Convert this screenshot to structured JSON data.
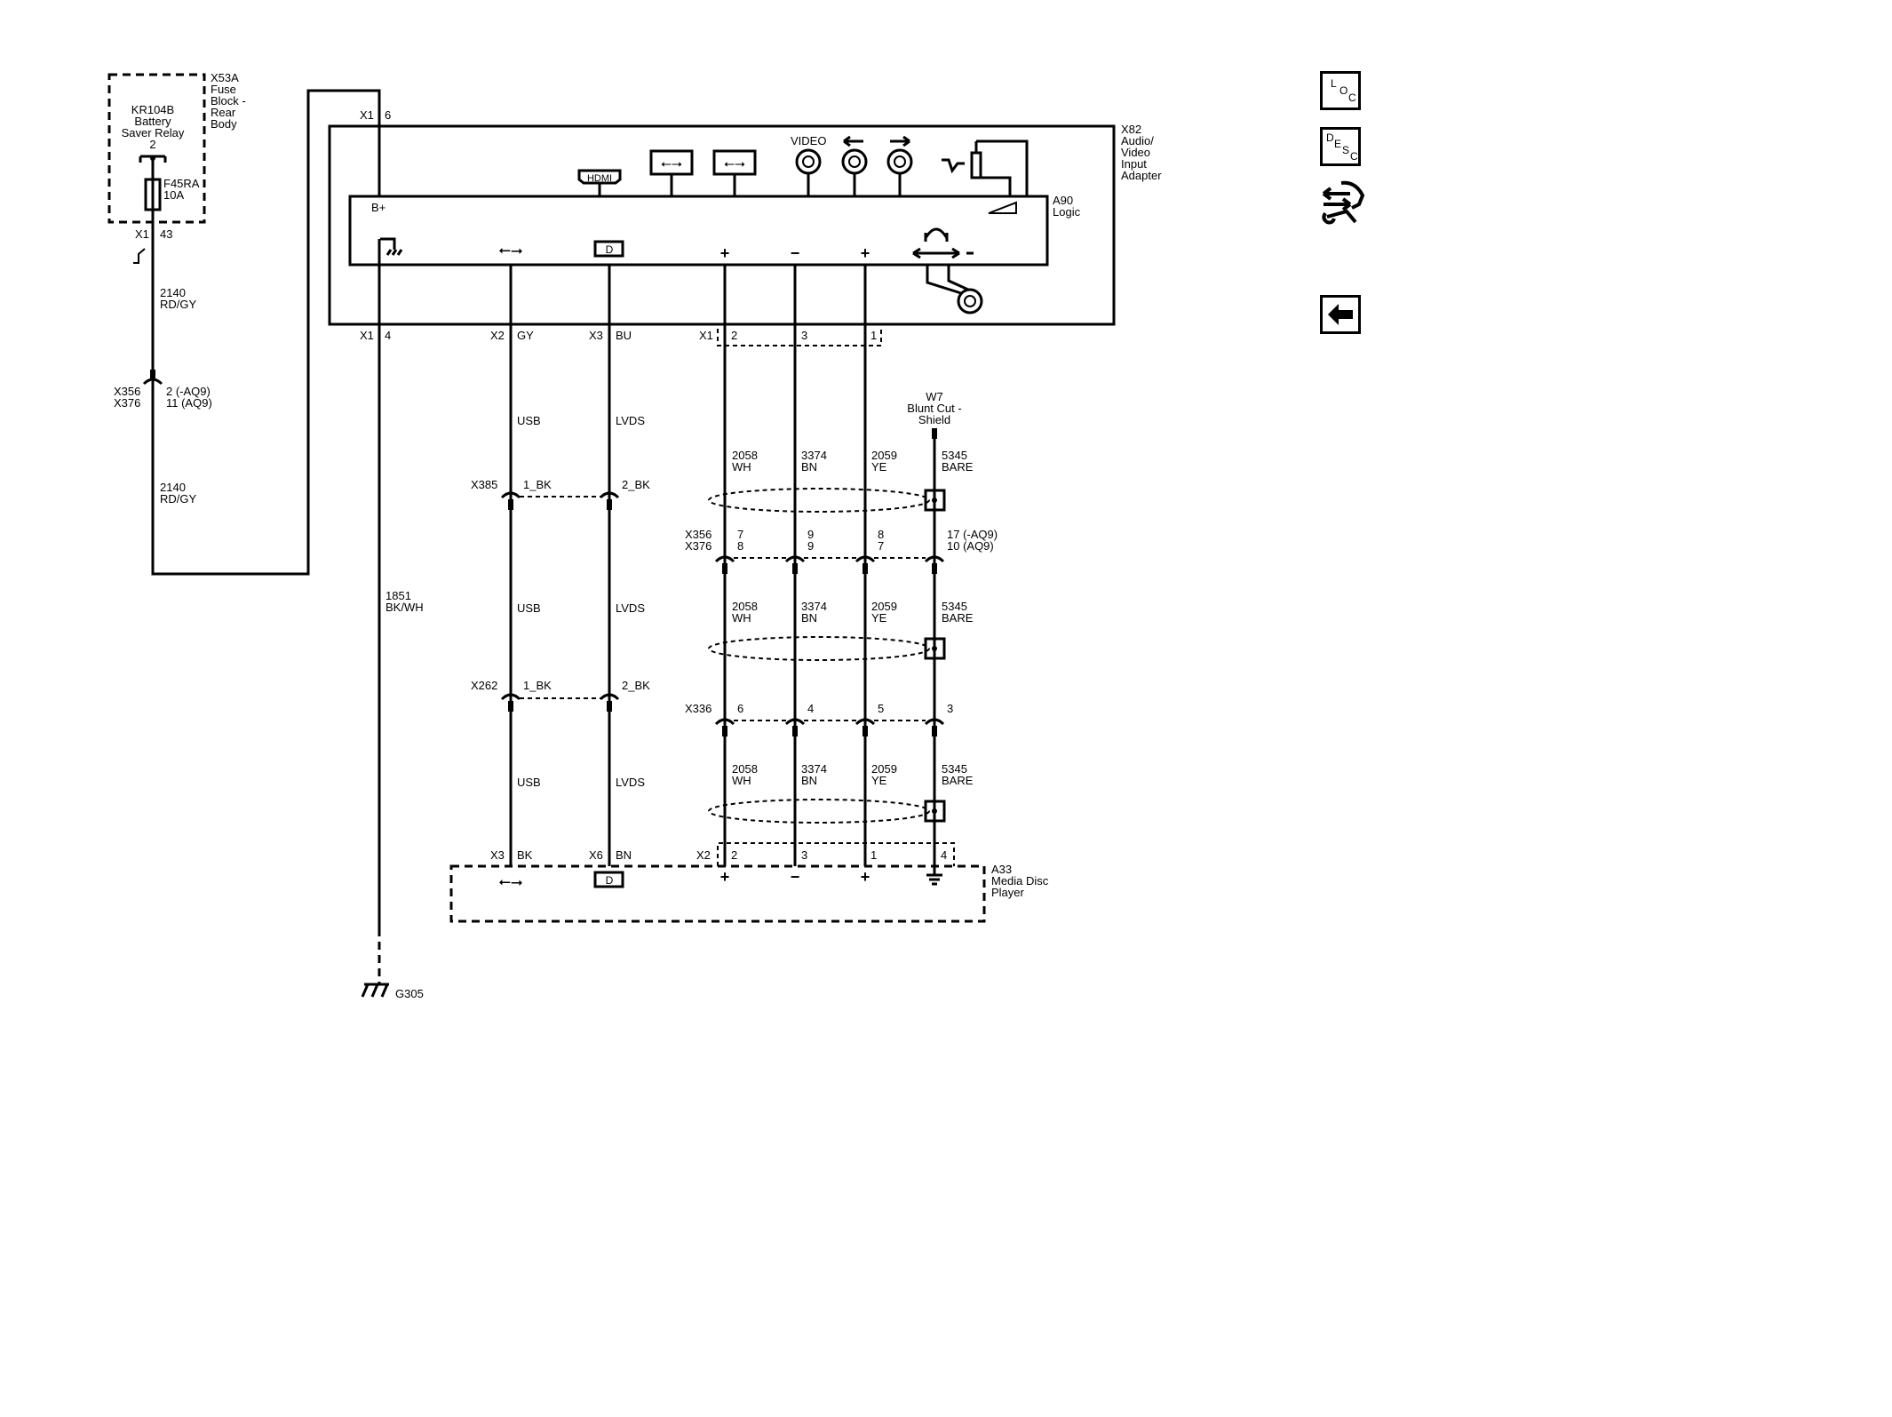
{
  "relay": {
    "id": "KR104B",
    "name1": "Battery",
    "name2": "Saver Relay",
    "pin": "2"
  },
  "fuse_block": {
    "id": "X53A",
    "l1": "Fuse",
    "l2": "Block -",
    "l3": "Rear",
    "l4": "Body"
  },
  "fuse": {
    "id": "F45RA",
    "rating": "10A"
  },
  "fuse_conn": {
    "conn": "X1",
    "pin": "43"
  },
  "circ2140a": {
    "num": "2140",
    "color": "RD/GY"
  },
  "inline1": {
    "c1": "X356",
    "c2": "X376",
    "p1": "2 (-AQ9)",
    "p2": "11 (AQ9)"
  },
  "circ2140b": {
    "num": "2140",
    "color": "RD/GY"
  },
  "x82": {
    "id": "X82",
    "l1": "Audio/",
    "l2": "Video",
    "l3": "Input",
    "l4": "Adapter"
  },
  "a90": {
    "id": "A90",
    "name": "Logic",
    "bplus": "B+",
    "hdmi": "HDMI",
    "video": "VIDEO",
    "plus": "+",
    "minus": "−"
  },
  "x82_top": {
    "conn": "X1",
    "pin": "6"
  },
  "x82_bot": {
    "gnd_conn": "X1",
    "gnd_pin": "4",
    "usb_conn": "X2",
    "usb_color": "GY",
    "lvds_conn": "X3",
    "lvds_color": "BU",
    "aud_conn": "X1",
    "aud_p1": "2",
    "aud_p2": "3",
    "aud_p3": "1"
  },
  "w7": {
    "id": "W7",
    "l1": "Blunt Cut -",
    "l2": "Shield"
  },
  "seg_labels": {
    "usb": "USB",
    "lvds": "LVDS"
  },
  "audio_wires": [
    {
      "num": "2058",
      "color": "WH"
    },
    {
      "num": "3374",
      "color": "BN"
    },
    {
      "num": "2059",
      "color": "YE"
    },
    {
      "num": "5345",
      "color": "BARE"
    }
  ],
  "x385": {
    "id": "X385",
    "p1": "1_BK",
    "p2": "2_BK"
  },
  "x262": {
    "id": "X262",
    "p1": "1_BK",
    "p2": "2_BK"
  },
  "inline2": {
    "c1": "X356",
    "c2": "X376",
    "a1": "7",
    "a2": "8",
    "b1": "9",
    "b2": "9",
    "c1p": "8",
    "c2p": "7",
    "d1": "17 (-AQ9)",
    "d2": "10 (AQ9)"
  },
  "x336": {
    "id": "X336",
    "p1": "6",
    "p2": "4",
    "p3": "5",
    "p4": "3"
  },
  "gnd_wire": {
    "num": "1851",
    "color": "BK/WH"
  },
  "ground": {
    "id": "G305"
  },
  "a33": {
    "id": "A33",
    "l1": "Media Disc",
    "l2": "Player",
    "usb_conn": "X3",
    "usb_color": "BK",
    "lvds_conn": "X6",
    "lvds_color": "BN",
    "aud_conn": "X2",
    "p1": "2",
    "p2": "3",
    "p3": "1",
    "p4": "4"
  },
  "nav": {
    "loc_l": "L",
    "loc_o": "O",
    "loc_c": "C",
    "desc_d": "D",
    "desc_e": "E",
    "desc_s": "S",
    "desc_c": "C"
  }
}
